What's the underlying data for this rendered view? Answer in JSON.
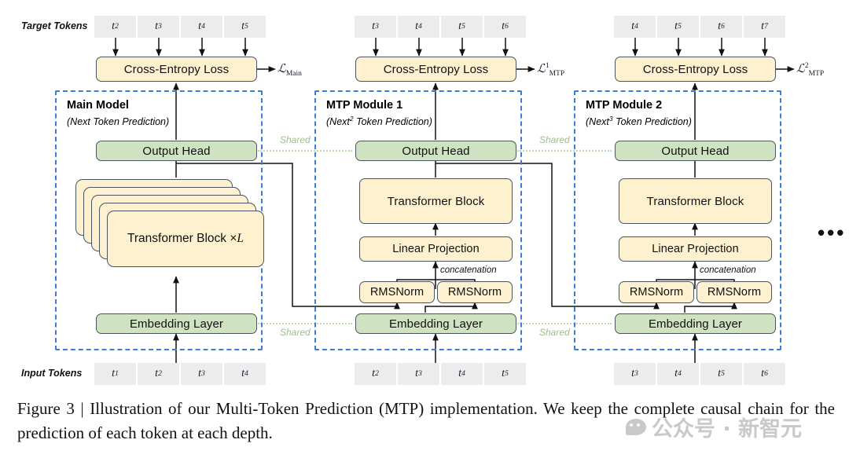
{
  "figure": {
    "caption": "Figure 3 | Illustration of our Multi-Token Prediction (MTP) implementation. We keep the complete causal chain for the prediction of each token at each depth."
  },
  "labels": {
    "target_tokens": "Target Tokens",
    "input_tokens": "Input Tokens",
    "shared": "Shared",
    "concatenation": "concatenation",
    "ellipsis": "•••"
  },
  "watermark": {
    "text": "公众号 · 新智元"
  },
  "colors": {
    "yellow_fill": "#fdf1cf",
    "green_fill": "#cfe3c2",
    "node_stroke": "#4a5560",
    "frame_dashed": "#3b7fd4",
    "token_fill": "#ececec",
    "shared_dotted": "#bcd9b0",
    "shared_text": "#9cc08c"
  },
  "columns": [
    {
      "id": "main-model",
      "title": "Main Model",
      "subtitle_pre": "(Next",
      "subtitle_sup": "",
      "subtitle_post": " Token Prediction)",
      "loss_label_main": "Main",
      "loss_sup": "",
      "loss_sub": "Main",
      "loss_symbol": "ℒ",
      "target_tokens": [
        "t2",
        "t3",
        "t4",
        "t5"
      ],
      "input_tokens": [
        "t1",
        "t2",
        "t3",
        "t4"
      ],
      "ce_loss": "Cross-Entropy Loss",
      "output_head": "Output Head",
      "embedding": "Embedding Layer",
      "stack_block": "Transformer Block × L",
      "stack_block_text": "Transformer Block × ",
      "stack_block_count": "L"
    },
    {
      "id": "mtp-module-1",
      "title": "MTP Module 1",
      "subtitle_pre": "(Next",
      "subtitle_sup": "2",
      "subtitle_post": " Token Prediction)",
      "loss_symbol": "ℒ",
      "loss_sup": "1",
      "loss_sub": "MTP",
      "target_tokens": [
        "t3",
        "t4",
        "t5",
        "t6"
      ],
      "input_tokens": [
        "t2",
        "t3",
        "t4",
        "t5"
      ],
      "ce_loss": "Cross-Entropy Loss",
      "output_head": "Output Head",
      "transformer_block": "Transformer Block",
      "linear_projection": "Linear Projection",
      "rmsnorm_left": "RMSNorm",
      "rmsnorm_right": "RMSNorm",
      "embedding": "Embedding Layer"
    },
    {
      "id": "mtp-module-2",
      "title": "MTP Module 2",
      "subtitle_pre": "(Next",
      "subtitle_sup": "3",
      "subtitle_post": " Token Prediction)",
      "loss_symbol": "ℒ",
      "loss_sup": "2",
      "loss_sub": "MTP",
      "target_tokens": [
        "t4",
        "t5",
        "t6",
        "t7"
      ],
      "input_tokens": [
        "t3",
        "t4",
        "t5",
        "t6"
      ],
      "ce_loss": "Cross-Entropy Loss",
      "output_head": "Output Head",
      "transformer_block": "Transformer Block",
      "linear_projection": "Linear Projection",
      "rmsnorm_left": "RMSNorm",
      "rmsnorm_right": "RMSNorm",
      "embedding": "Embedding Layer"
    }
  ]
}
